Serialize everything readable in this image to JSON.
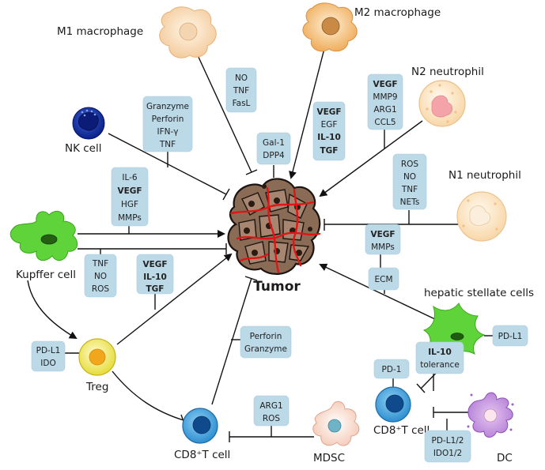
{
  "cells": {
    "m1_macrophage": "M1 macrophage",
    "m2_macrophage": "M2 macrophage",
    "n2_neutrophil": "N2 neutrophil",
    "n1_neutrophil": "N1 neutrophil",
    "nk_cell": "NK cell",
    "kupffer_cell": "Kupffer cell",
    "treg": "Treg",
    "cd8_t_cell_left": "CD8⁺T cell",
    "mdsc": "MDSC",
    "cd8_t_cell_right": "CD8⁺T cell",
    "dc": "DC",
    "hepatic_stellate_cells": "hepatic stellate cells",
    "tumor": "Tumor"
  },
  "boxes": {
    "m1": [
      "NO",
      "TNF",
      "FasL"
    ],
    "m2": [
      "VEGF",
      "EGF",
      "IL-10",
      "TGF"
    ],
    "gal": [
      "Gal-1",
      "DPP4"
    ],
    "n2": [
      "VEGF",
      "MMP9",
      "ARG1",
      "CCL5"
    ],
    "n1": [
      "ROS",
      "NO",
      "TNF",
      "NETs"
    ],
    "nk": [
      "Granzyme",
      "Perforin",
      "IFN-γ",
      "TNF"
    ],
    "kupffer_top": [
      "IL-6",
      "VEGF",
      "HGF",
      "MMPs"
    ],
    "kupffer_bottom": [
      "TNF",
      "NO",
      "ROS"
    ],
    "treg_factors": [
      "VEGF",
      "IL-10",
      "TGF"
    ],
    "treg_pdl1": [
      "PD-L1",
      "IDO"
    ],
    "cd8_perforin": [
      "Perforin",
      "Granzyme"
    ],
    "stellate_vegf": [
      "VEGF",
      "MMPs"
    ],
    "stellate_ecm": [
      "ECM"
    ],
    "stellate_pdl1": [
      "PD-L1"
    ],
    "cd8_pd1": [
      "PD-1"
    ],
    "il10_tolerance": [
      "IL-10",
      "tolerance"
    ],
    "mdsc_factors": [
      "ARG1",
      "ROS"
    ],
    "dc_factors": [
      "PD-L1/2",
      "IDO1/2"
    ]
  }
}
